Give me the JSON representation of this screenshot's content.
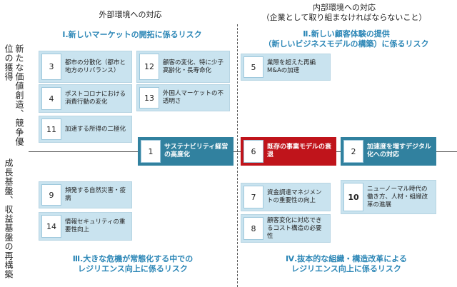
{
  "columns": {
    "left": "外部環境への対応",
    "right_line1": "内部環境への対応",
    "right_line2": "（企業として取り組まなければならないこと）"
  },
  "rows": {
    "top": "新たな価値創造、競争優位の獲得",
    "bottom": "成長基盤、収益基盤の再構築"
  },
  "quadrants": {
    "q1_line1": "Ⅰ.新しいマーケットの開拓に係るリスク",
    "q2_line1": "Ⅱ.新しい顧客体験の提供",
    "q2_line2": "（新しいビジネスモデルの構築）に係るリスク",
    "q3_line1": "Ⅲ.大きな危機が常態化する中での",
    "q3_line2": "レジリエンス向上に係るリスク",
    "q4_line1": "Ⅳ.抜本的な組織・構造改革による",
    "q4_line2": "レジリエンス向上に係るリスク"
  },
  "risks": [
    {
      "num": "3",
      "label": "都市の分散化（都市と地方のリバランス）"
    },
    {
      "num": "12",
      "label": "顧客の変化、特に少子高齢化・長寿命化"
    },
    {
      "num": "4",
      "label": "ポストコロナにおける消費行動の変化"
    },
    {
      "num": "13",
      "label": "外国人マーケットの不透明さ"
    },
    {
      "num": "11",
      "label": "加速する所得の二極化"
    },
    {
      "num": "5",
      "label": "業際を超えた再編M&Aの加速"
    },
    {
      "num": "1",
      "label": "サステナビリティ経営の高度化"
    },
    {
      "num": "6",
      "label": "既存の事業モデルの衰退"
    },
    {
      "num": "2",
      "label": "加速度を増すデジタル化への対応"
    },
    {
      "num": "9",
      "label": "頻発する自然災害・疫病"
    },
    {
      "num": "14",
      "label": "情報セキュリティの重要性向上"
    },
    {
      "num": "7",
      "label": "資金調達マネジメントの重要性の向上"
    },
    {
      "num": "10",
      "label": "ニューノーマル時代の働き方、人材・組織改革の進展"
    },
    {
      "num": "8",
      "label": "顧客変化に対応できるコスト構造の必要性"
    }
  ],
  "colors": {
    "box_fill": "#c9e3ef",
    "highlight_teal": "#31819f",
    "highlight_red": "#c0141b",
    "quadrant_title": "#2b86b6"
  }
}
